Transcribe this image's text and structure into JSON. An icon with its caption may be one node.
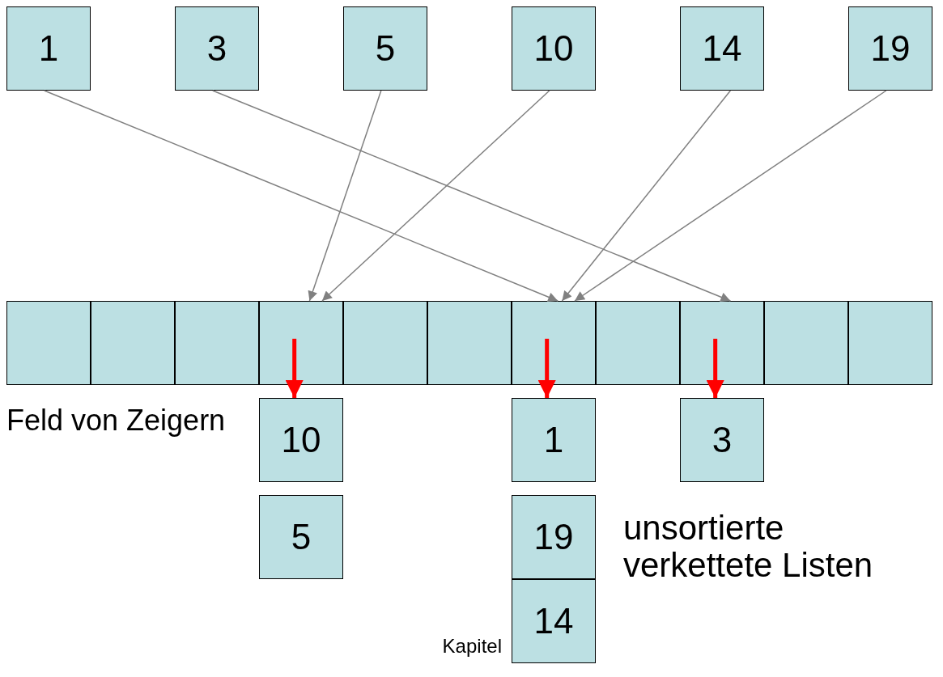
{
  "diagram": {
    "title": "unsortierte verkettete Listen",
    "nodes": [
      {
        "text": [
          "1"
        ]
      },
      {
        "text": [
          "3"
        ]
      },
      {
        "text": [
          "5"
        ]
      },
      {
        "text": [
          "10"
        ]
      },
      {
        "text": [
          "14"
        ]
      },
      {
        "text": [
          "19"
        ]
      },
      {
        "text": [],
        "shape": "box"
      },
      {
        "text": [],
        "shape": "box"
      },
      {
        "text": [],
        "shape": "box"
      },
      {
        "text": [],
        "shape": "box"
      },
      {
        "text": [],
        "shape": "box"
      },
      {
        "text": [],
        "shape": "box"
      },
      {
        "text": [],
        "shape": "box"
      },
      {
        "text": [],
        "shape": "box"
      },
      {
        "text": [],
        "shape": "box"
      },
      {
        "text": [],
        "shape": "box"
      },
      {
        "text": [],
        "shape": "box"
      },
      {
        "text": [
          "10"
        ]
      },
      {
        "text": [
          "5"
        ]
      },
      {
        "text": [
          "1"
        ]
      },
      {
        "text": [
          "19"
        ]
      },
      {
        "text": [
          "14"
        ]
      },
      {
        "text": [
          "3"
        ]
      }
    ],
    "edges": [
      {
        "from": 0,
        "to": 12,
        "arrow": "to"
      },
      {
        "from": 1,
        "to": 14,
        "arrow": "to"
      },
      {
        "from": 2,
        "to": 9,
        "arrow": "to"
      },
      {
        "from": 3,
        "to": 9,
        "arrow": "to"
      },
      {
        "from": 4,
        "to": 12,
        "arrow": "to"
      },
      {
        "from": 5,
        "to": 12,
        "arrow": "to"
      },
      {
        "from": 9,
        "to": 17,
        "arrow": "to",
        "style": "thick",
        "color": "#ff0000"
      },
      {
        "from": 12,
        "to": 19,
        "arrow": "to",
        "style": "thick",
        "color": "#ff0000"
      },
      {
        "from": 14,
        "to": 22,
        "arrow": "to",
        "style": "thick",
        "color": "#ff0000"
      }
    ],
    "labels": [
      "Feld von Zeigern",
      "Kapitel"
    ]
  }
}
